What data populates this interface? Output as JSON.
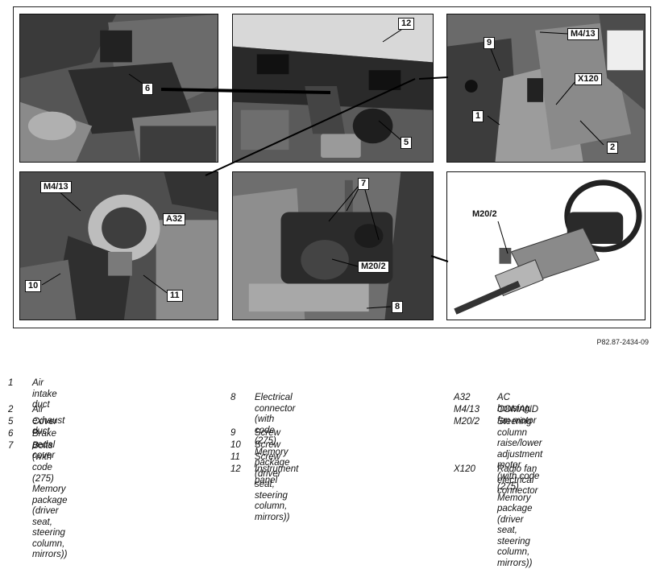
{
  "figure": {
    "id": "P82.87-2434-09",
    "callouts": {
      "c1": "1",
      "c2": "2",
      "c5": "5",
      "c6": "6",
      "c7": "7",
      "c8": "8",
      "c9": "9",
      "c10": "10",
      "c11": "11",
      "c12": "12",
      "a32": "A32",
      "m413a": "M4/13",
      "m413b": "M4/13",
      "m202a": "M20/2",
      "m202b": "M20/2",
      "x120": "X120"
    }
  },
  "legend": {
    "col1": [
      {
        "num": "1",
        "text": "Air intake duct"
      },
      {
        "num": "2",
        "text": "Air exhaust duct"
      },
      {
        "num": "5",
        "text": "Cover"
      },
      {
        "num": "6",
        "text": "Brake pedal cover"
      },
      {
        "num": "7",
        "text": "Bolts (with code (275) Memory\npackage (driver seat, steering column,\nmirrors))"
      }
    ],
    "col2": [
      {
        "num": "8",
        "text": "Electrical connector (with code (275)\nMemory package (driver seat,\nsteering column, mirrors))"
      },
      {
        "num": "9",
        "text": "Screw"
      },
      {
        "num": "10",
        "text": "Screw"
      },
      {
        "num": "11",
        "text": "Screw"
      },
      {
        "num": "12",
        "text": "Instrument panel"
      }
    ],
    "col3": [
      {
        "num": "A32",
        "text": "AC housing"
      },
      {
        "num": "M4/13",
        "text": "COMAND fan motor"
      },
      {
        "num": "M20/2",
        "text": "Steering column raise/lower\nadjustment motor (with code\n(275) Memory package (driver\nseat, steering column, mirrors))"
      },
      {
        "num": "X120",
        "text": "Radio fan electrical connector"
      }
    ]
  }
}
